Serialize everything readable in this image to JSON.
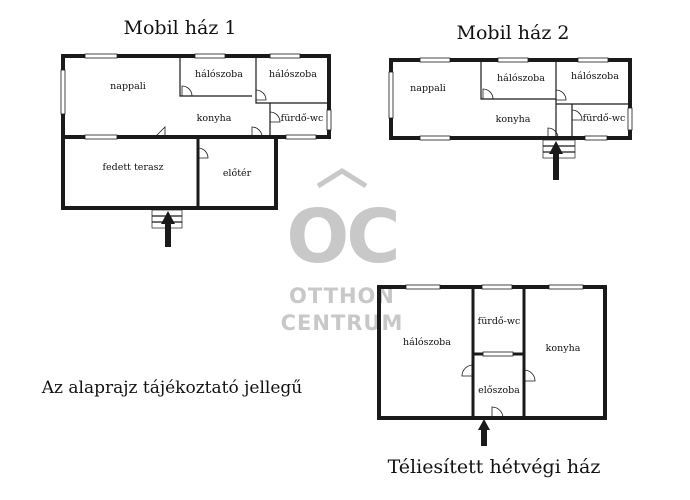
{
  "titles": {
    "house1": "Mobil ház 1",
    "house2": "Mobil ház 2",
    "house3": "Téliesített hétvégi ház"
  },
  "note": "Az alaprajz tájékoztató jellegű",
  "watermark": {
    "monogram": "OC",
    "line1": "OTTHON",
    "line2": "CENTRUM",
    "color": "#c8c8c8"
  },
  "house1": {
    "rooms": {
      "nappali": "nappali",
      "haloszoba1": "hálószoba",
      "haloszoba2": "hálószoba",
      "konyha": "konyha",
      "furdo": "fürdő-wc",
      "terasz": "fedett terasz",
      "eloter": "előtér"
    }
  },
  "house2": {
    "rooms": {
      "nappali": "nappali",
      "haloszoba1": "hálószoba",
      "haloszoba2": "hálószoba",
      "konyha": "konyha",
      "furdo": "fürdő-wc"
    }
  },
  "house3": {
    "rooms": {
      "haloszoba": "hálószoba",
      "furdo": "fürdő-wc",
      "konyha": "konyha",
      "eloszoba": "előszoba"
    }
  }
}
